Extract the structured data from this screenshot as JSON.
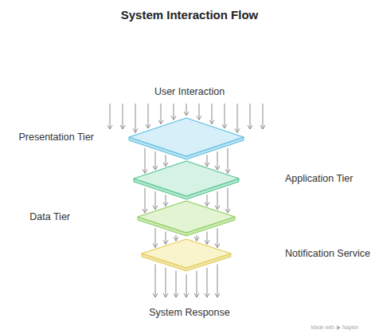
{
  "diagram": {
    "title": "System Interaction Flow",
    "nodes": [
      {
        "text": [
          "Presentation Tier"
        ]
      },
      {
        "text": [
          "Application Tier"
        ]
      },
      {
        "text": [
          "Data Tier"
        ]
      },
      {
        "text": [
          "Notification Service"
        ]
      }
    ],
    "edges": [
      {
        "from": 0,
        "to": 1,
        "arrow": "to"
      },
      {
        "from": 1,
        "to": 2,
        "arrow": "to"
      },
      {
        "from": 2,
        "to": 3,
        "arrow": "to"
      }
    ],
    "labels": [
      "User Interaction",
      "System Response",
      "Made with",
      "Napkin"
    ]
  }
}
